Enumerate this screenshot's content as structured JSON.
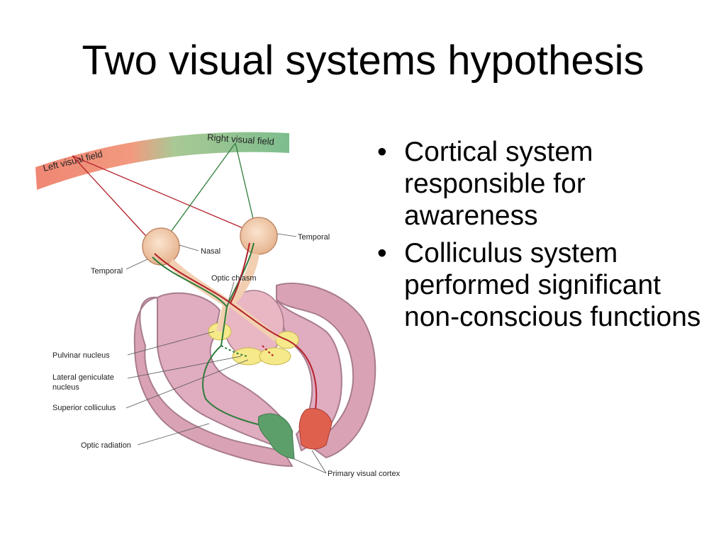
{
  "slide": {
    "title": "Two visual systems hypothesis",
    "bullets": [
      "Cortical system responsible for awareness",
      "Colliculus system performed significant non-conscious functions"
    ],
    "bullet_glyph": "•"
  },
  "figure": {
    "labels": {
      "left_visual_field": "Left visual field",
      "right_visual_field": "Right visual field",
      "temporal_right": "Temporal",
      "nasal": "Nasal",
      "temporal_left": "Temporal",
      "optic_chiasm": "Optic chiasm",
      "pulvinar_nucleus": "Pulvinar nucleus",
      "lateral_geniculate_line1": "Lateral geniculate",
      "lateral_geniculate_line2": "nucleus",
      "superior_colliculus": "Superior colliculus",
      "optic_radiation": "Optic radiation",
      "primary_visual_cortex": "Primary visual cortex"
    },
    "colors": {
      "left_field": "#f08a76",
      "right_field": "#7fbf8f",
      "brain": "#d9a3b5",
      "brain_outline": "#a87c8e",
      "eye": "#f2cfb0",
      "nucleus": "#f5e98a",
      "pathway_green": "#2e7d3a",
      "pathway_red": "#b3202a",
      "cortex_green": "#5d9f6a",
      "cortex_red": "#e0604e"
    }
  }
}
